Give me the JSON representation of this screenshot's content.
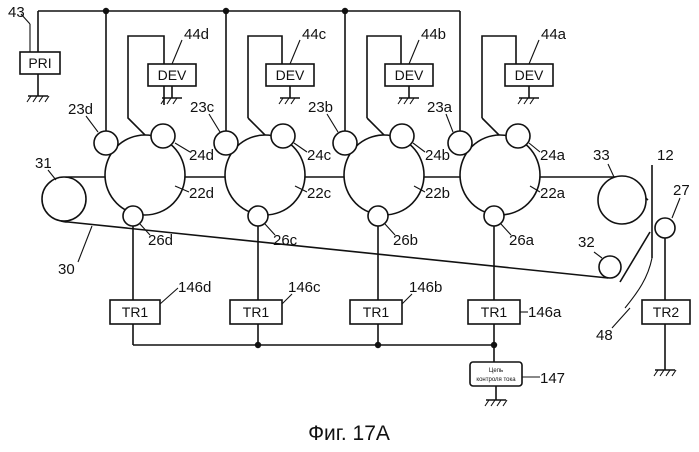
{
  "labels": {
    "n43": "43",
    "pri": "PRI",
    "n44d": "44d",
    "n44c": "44c",
    "n44b": "44b",
    "n44a": "44a",
    "dev": "DEV",
    "n23d": "23d",
    "n23c": "23c",
    "n23b": "23b",
    "n23a": "23a",
    "n24d": "24d",
    "n24c": "24c",
    "n24b": "24b",
    "n24a": "24a",
    "n22d": "22d",
    "n22c": "22c",
    "n22b": "22b",
    "n22a": "22a",
    "n26d": "26d",
    "n26c": "26c",
    "n26b": "26b",
    "n26a": "26a",
    "n31": "31",
    "n30": "30",
    "n33": "33",
    "n32": "32",
    "n12": "12",
    "n27": "27",
    "n48": "48",
    "tr1": "TR1",
    "tr2": "TR2",
    "n146d": "146d",
    "n146c": "146c",
    "n146b": "146b",
    "n146a": "146a",
    "ctrl_line1": "Цепь",
    "ctrl_line2": "контроля тока",
    "n147": "147"
  },
  "caption": "Фиг. 17A"
}
